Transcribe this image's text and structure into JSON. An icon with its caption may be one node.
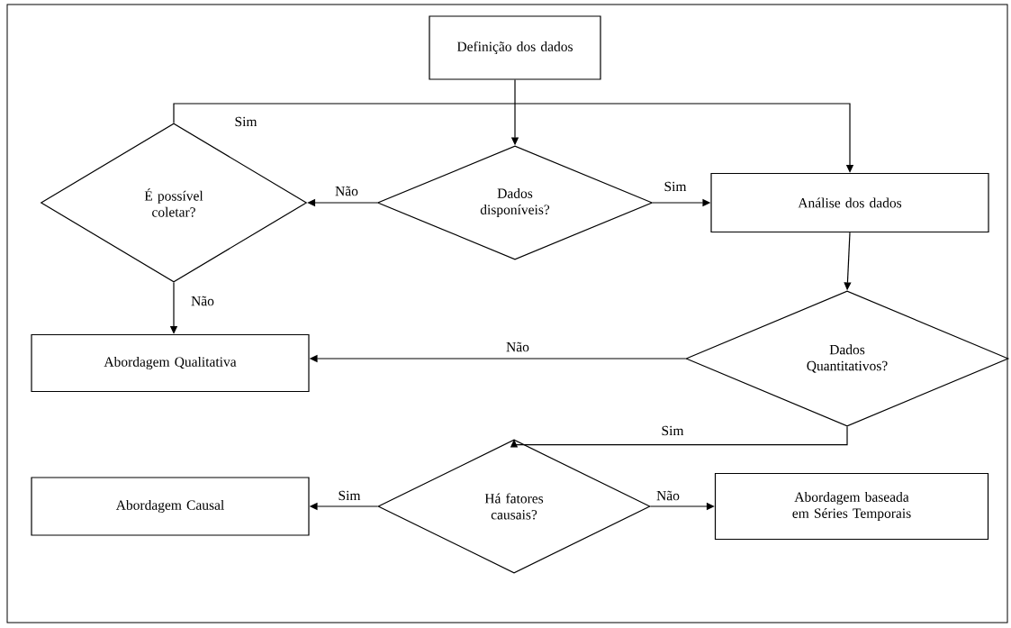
{
  "diagram": {
    "nodes": [
      {
        "text": [
          "Definição dos dados"
        ]
      },
      {
        "text": [
          "É possível coletar?"
        ]
      },
      {
        "text": [
          "Dados disponíveis?"
        ]
      },
      {
        "text": [
          "Análise dos dados"
        ]
      },
      {
        "text": [
          "Abordagem Qualitativa"
        ]
      },
      {
        "text": [
          "Dados Quantitativos?"
        ]
      },
      {
        "text": [
          "Há fatores causais?"
        ]
      },
      {
        "text": [
          "Abordagem Causal"
        ]
      },
      {
        "text": [
          "Abordagem baseada em Séries Temporais"
        ]
      }
    ],
    "edges": [
      {
        "from": 0,
        "to": 2,
        "arrow": "to"
      },
      {
        "from": 1,
        "to": 3,
        "arrow": "to",
        "label": "Sim"
      },
      {
        "from": 2,
        "to": 1,
        "arrow": "to",
        "label": "Não"
      },
      {
        "from": 2,
        "to": 3,
        "arrow": "to",
        "label": "Sim"
      },
      {
        "from": 1,
        "to": 4,
        "arrow": "to",
        "label": "Não"
      },
      {
        "from": 3,
        "to": 5,
        "arrow": "to"
      },
      {
        "from": 5,
        "to": 4,
        "arrow": "to",
        "label": "Não"
      },
      {
        "from": 5,
        "to": 6,
        "arrow": "to",
        "label": "Sim"
      },
      {
        "from": 6,
        "to": 7,
        "arrow": "to",
        "label": "Sim"
      },
      {
        "from": 6,
        "to": 8,
        "arrow": "to",
        "label": "Não"
      }
    ]
  }
}
